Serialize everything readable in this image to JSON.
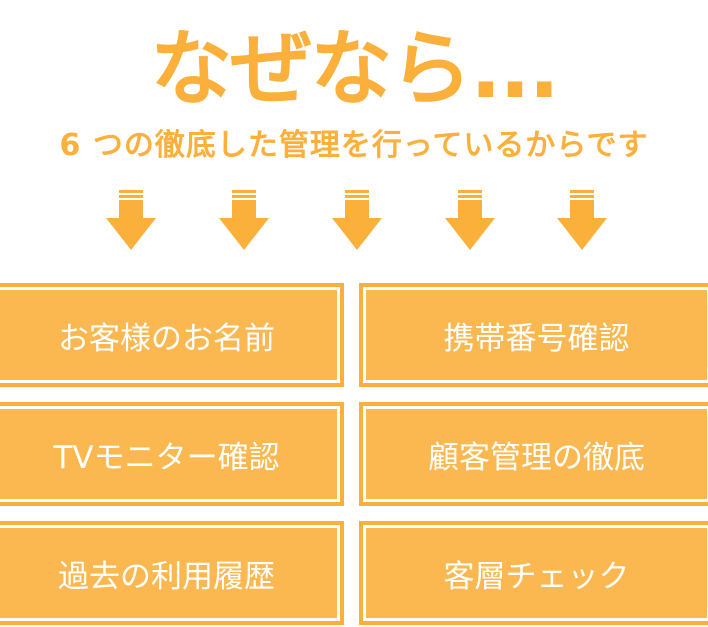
{
  "headline": "なぜなら...",
  "subline": "6 つの徹底した管理を行っているからです",
  "colors": {
    "accent": "#fbb03b",
    "box_fill": "#fbb851",
    "box_text": "#ffffff"
  },
  "arrows": [
    {
      "icon": "down-arrow-icon"
    },
    {
      "icon": "down-arrow-icon"
    },
    {
      "icon": "down-arrow-icon"
    },
    {
      "icon": "down-arrow-icon"
    },
    {
      "icon": "down-arrow-icon"
    }
  ],
  "items": [
    {
      "label": "お客様のお名前"
    },
    {
      "label": "携帯番号確認"
    },
    {
      "label": "TVモニター確認"
    },
    {
      "label": "顧客管理の徹底"
    },
    {
      "label": "過去の利用履歴"
    },
    {
      "label": "客層チェック"
    }
  ]
}
